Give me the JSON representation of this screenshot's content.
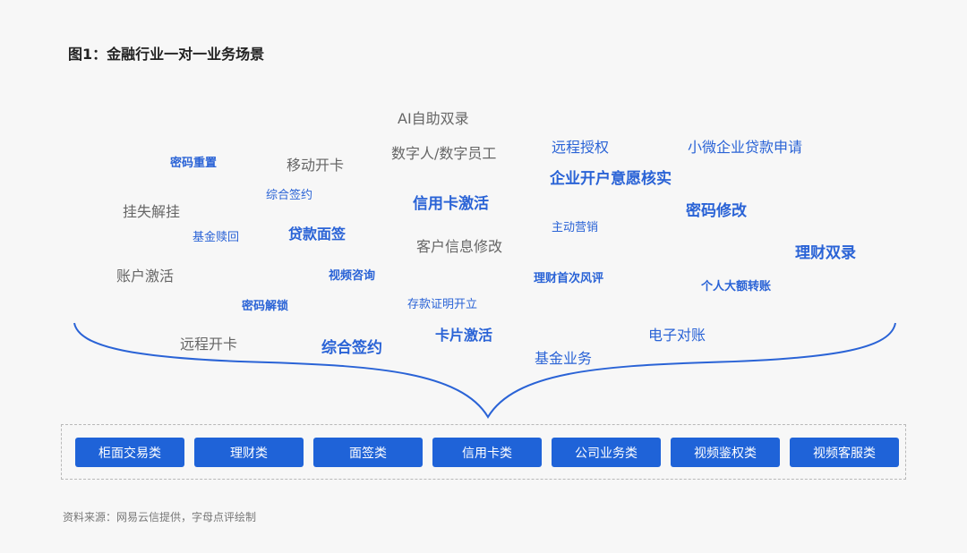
{
  "title": "图1：金融行业一对一业务场景",
  "scenarios": [
    "AI自助双录",
    "数字人/数字员工",
    "远程授权",
    "小微企业贷款申请",
    "密码重置",
    "移动开卡",
    "企业开户意愿核实",
    "综合签约",
    "信用卡激活",
    "挂失解挂",
    "密码修改",
    "基金赎回",
    "贷款面签",
    "主动营销",
    "客户信息修改",
    "理财双录",
    "账户激活",
    "视频咨询",
    "理财首次风评",
    "个人大额转账",
    "密码解锁",
    "存款证明开立",
    "远程开卡",
    "综合签约",
    "卡片激活",
    "电子对账",
    "基金业务"
  ],
  "categories": [
    "柜面交易类",
    "理财类",
    "面签类",
    "信用卡类",
    "公司业务类",
    "视频鉴权类",
    "视频客服类"
  ],
  "source": "资料来源：网易云信提供，字母点评绘制",
  "colors": {
    "accent": "#1f63d8",
    "brace": "#2a63d6",
    "gray_text": "#666666"
  }
}
